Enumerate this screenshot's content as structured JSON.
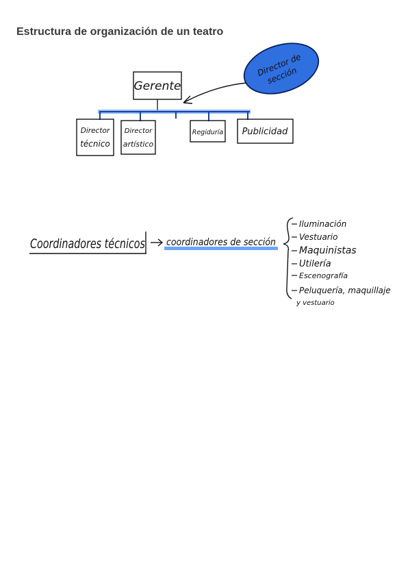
{
  "page": {
    "title": "Estructura de organización de un teatro"
  },
  "org_chart": {
    "top": "Gerente",
    "callout": {
      "line1": "Director de",
      "line2": "sección"
    },
    "children": [
      {
        "line1": "Director",
        "line2": "técnico"
      },
      {
        "line1": "Director",
        "line2": "artístico"
      },
      {
        "line1": "Regiduría",
        "line2": ""
      },
      {
        "line1": "Publicidad",
        "line2": ""
      }
    ]
  },
  "flow": {
    "start": "Coordinadores técnicos",
    "middle": "coordinadores de sección",
    "items": [
      "Iluminación",
      "Vestuario",
      "Maquinistas",
      "Utilería",
      "Escenografía",
      "Peluquería, maquillaje",
      "y vestuario"
    ]
  },
  "colors": {
    "accent_blue": "#2f6fe0",
    "highlight_blue": "#6aa6ff",
    "ink": "#111111",
    "title": "#3a3a3c"
  }
}
